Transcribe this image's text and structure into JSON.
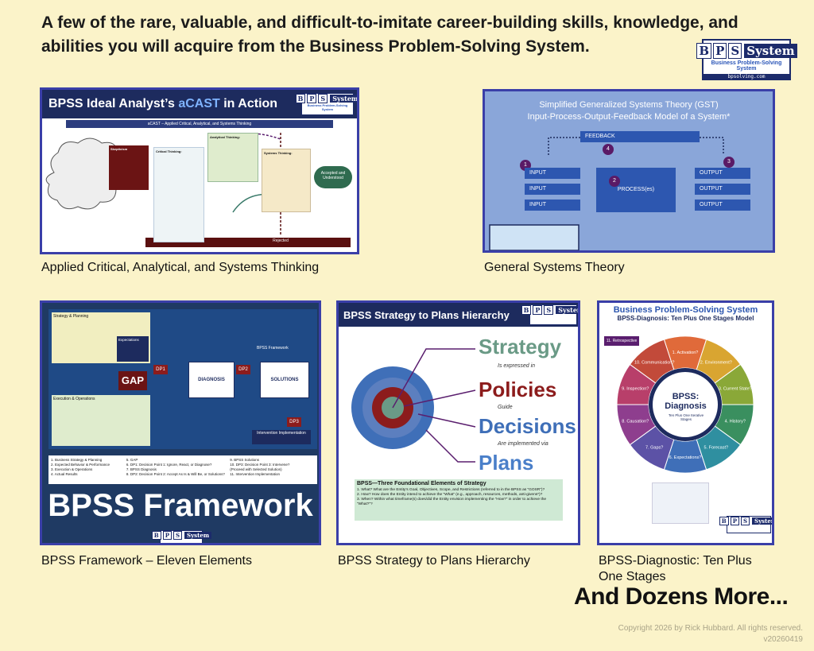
{
  "headline": "A few of the rare, valuable, and difficult-to-imitate career-building skills, knowledge, and abilities you will acquire from the Business Problem-Solving System.",
  "logo": {
    "letters": [
      "B",
      "P",
      "S"
    ],
    "system": "System",
    "subtitle": "Business Problem-Solving System",
    "url": "bpsolving.com"
  },
  "cards": [
    {
      "caption": "Applied Critical, Analytical, and Systems Thinking",
      "title_main": "BPSS Ideal Analyst’s ",
      "title_accent": "aCAST",
      "title_end": " in Action",
      "subtitle": "aCAST – Applied Critical, Analytical, and Systems Thinking",
      "labels": {
        "skepticism": "Skepticism",
        "critical": "Critical Thinking:",
        "analytical": "Analytical Thinking:",
        "systems": "Systems Thinking:",
        "accepted": "Accepted and Understood",
        "rejected": "Rejected"
      }
    },
    {
      "caption": "General Systems Theory",
      "title1": "Simplified Generalized Systems Theory (GST)",
      "title2": "Input-Process-Output-Feedback  Model of a System*",
      "feedback": "FEEDBACK",
      "input": "INPUT",
      "process": "PROCESS(es)",
      "output": "OUTPUT",
      "nums": [
        "1",
        "2",
        "3",
        "4"
      ]
    },
    {
      "caption": "BPSS Framework – Eleven Elements",
      "big": "BPSS Framework",
      "labels": {
        "strategy": "Strategy & Planning",
        "expectations": "Expectations",
        "gap": "GAP",
        "exec": "Execution & Operations",
        "dp1": "DP1",
        "dp2": "DP2",
        "dp3": "DP3",
        "diagnosis": "DIAGNOSIS",
        "solutions": "SOLUTIONS",
        "intervention": "Intervention Implementation",
        "framework": "BPSS Framework"
      },
      "list": [
        "1.  Business Strategy & Planning",
        "2.  Expected Behavior & Performance",
        "3.  Execution & Operations",
        "4.  Actual Results",
        "5.  GAP",
        "6.  DP1: Decision Point 1: Ignore, React, or Diagnose?",
        "7.  BPSS Diagnosis",
        "8.  DP2: Decision Point 2: Accept As Is & Will Be, or Solutions?",
        "9.  BPSS Solutions",
        "10. DP3: Decision Point 3: Intervene?",
        "     (Proceed with Selected Solution)",
        "11. Intervention Implementation"
      ]
    },
    {
      "caption": "BPSS Strategy to Plans Hierarchy",
      "title": "BPSS Strategy to Plans Hierarchy",
      "words": {
        "strategy": "Strategy",
        "expressed": "Is expressed in",
        "policies": "Policies",
        "guide": "Guide",
        "decisions": "Decisions",
        "implemented": "Are implemented via",
        "plans": "Plans"
      },
      "box_title": "BPSS—Three Foundational Elements of Strategy",
      "box_lines": [
        "1.  What? What are the Entity’s Goal, Objectives, Scope, and Restrictions (referred to in the BPSS as “GOSR”)?",
        "2.  How? How does the Entity intend to achieve the “What” (e.g., approach, resources, methods, anti-givens*)?",
        "3.  When? Within what timeframe(s) does/did the Entity envision implementing the “How?” in order to achieve the “What?”?"
      ]
    },
    {
      "caption": "BPSS-Diagnostic: Ten Plus One Stages",
      "title": "Business Problem-Solving System",
      "sub": "BPSS-Diagnosis: Ten Plus One Stages Model",
      "center1": "BPSS:",
      "center2": "Diagnosis",
      "center3": "Ten Plus One Iterative Stages",
      "retro": "11. Retrospective",
      "stages": [
        "1. Activation?",
        "2. Environment?",
        "3. Current State?",
        "4. History?",
        "5. Forecast?",
        "6. Expectations?",
        "7. Gaps?",
        "8. Causation?",
        "9. Inspection?",
        "10. Communication?"
      ],
      "stage_colors": [
        "#e06a3a",
        "#d9a531",
        "#8aa838",
        "#3a8f5f",
        "#2f8fa0",
        "#3f6fb8",
        "#5c52a6",
        "#8e3e8e",
        "#b83f6a",
        "#c24a3a"
      ]
    }
  ],
  "more": "And Dozens More...",
  "copyright": "Copyright 2026 by Rick Hubbard. All rights reserved.",
  "version": "v20260419"
}
